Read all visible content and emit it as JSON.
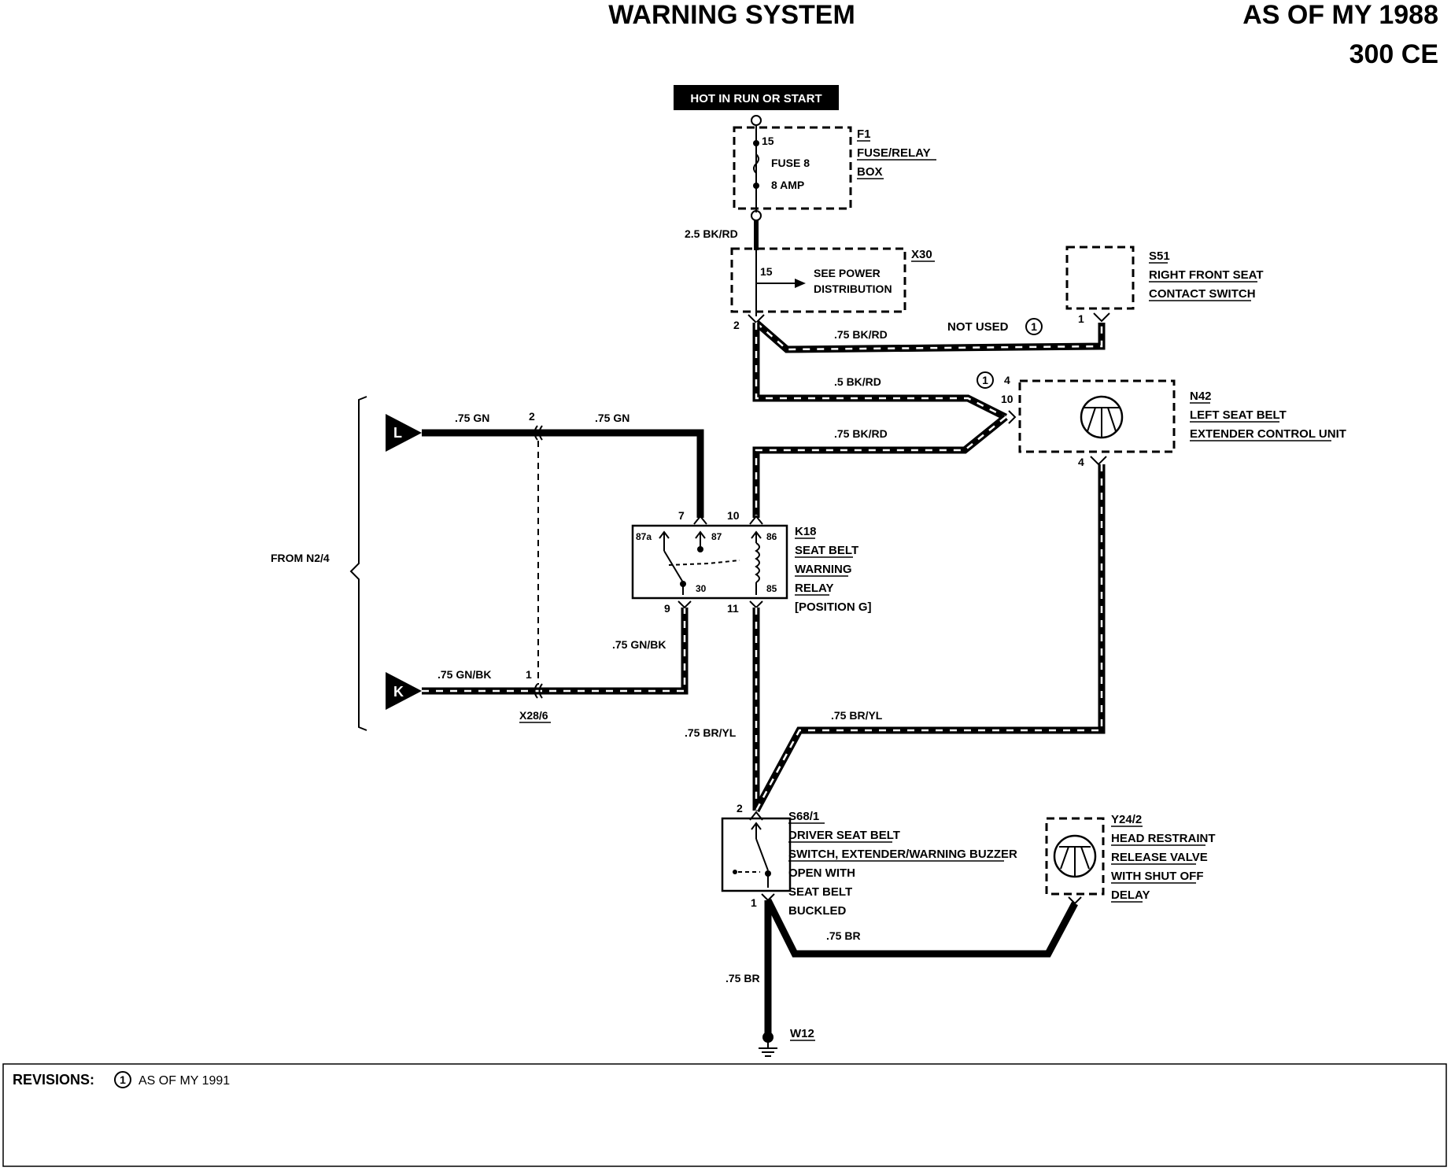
{
  "header": {
    "title": "WARNING SYSTEM",
    "model_year": "AS OF MY 1988",
    "model": "300 CE"
  },
  "power_tag": "HOT IN RUN OR START",
  "components": {
    "f1": {
      "id": "F1",
      "name_line1": "FUSE/RELAY",
      "name_line2": "BOX",
      "fuse_label": "FUSE 8",
      "fuse_rating": "8 AMP",
      "pin": "15"
    },
    "x30": {
      "id": "X30",
      "note_line1": "SEE POWER",
      "note_line2": "DISTRIBUTION",
      "pin_in": "15",
      "pin_out": "2"
    },
    "s51": {
      "id": "S51",
      "name_line1": "RIGHT FRONT SEAT",
      "name_line2": "CONTACT SWITCH",
      "pin": "1"
    },
    "n42": {
      "id": "N42",
      "name_line1": "LEFT SEAT BELT",
      "name_line2": "EXTENDER CONTROL UNIT",
      "pin_a": "4",
      "pin_b": "10",
      "pin_c": "4"
    },
    "k18": {
      "id": "K18",
      "name_line1": "SEAT BELT",
      "name_line2": "WARNING",
      "name_line3": "RELAY",
      "name_line4": "[POSITION G]",
      "pin_7": "7",
      "pin_10": "10",
      "pin_9": "9",
      "pin_11": "11",
      "t87a": "87a",
      "t87": "87",
      "t86": "86",
      "t30": "30",
      "t85": "85"
    },
    "s68": {
      "id": "S68/1",
      "name_line1": "DRIVER SEAT BELT",
      "name_line2": "SWITCH, EXTENDER/WARNING BUZZER",
      "name_line3": "OPEN WITH",
      "name_line4": "SEAT BELT",
      "name_line5": "BUCKLED",
      "pin_top": "2",
      "pin_bottom": "1"
    },
    "y24": {
      "id": "Y24/2",
      "name_line1": "HEAD RESTRAINT",
      "name_line2": "RELEASE VALVE",
      "name_line3": "WITH SHUT OFF",
      "name_line4": "DELAY"
    },
    "x28": {
      "id": "X28/6",
      "pin_2": "2",
      "pin_1": "1"
    },
    "w12": {
      "id": "W12"
    },
    "n2_4": {
      "label": "FROM N2/4",
      "conn_l": "L",
      "conn_k": "K"
    }
  },
  "wires": {
    "w1": "2.5 BK/RD",
    "w2": ".75 BK/RD",
    "w3": ".5 BK/RD",
    "w4": ".75 BK/RD",
    "w5": ".75 GN",
    "w6": ".75 GN",
    "w7": ".75 GN/BK",
    "w8": ".75 GN/BK",
    "w9": ".75 BR/YL",
    "w10": ".75 BR/YL",
    "w11": ".75 BR",
    "w12": ".75 BR"
  },
  "notes": {
    "not_used": "NOT USED",
    "rev_mark": "1"
  },
  "revisions": {
    "label": "REVISIONS:",
    "mark": "1",
    "text": "AS OF MY 1991"
  }
}
